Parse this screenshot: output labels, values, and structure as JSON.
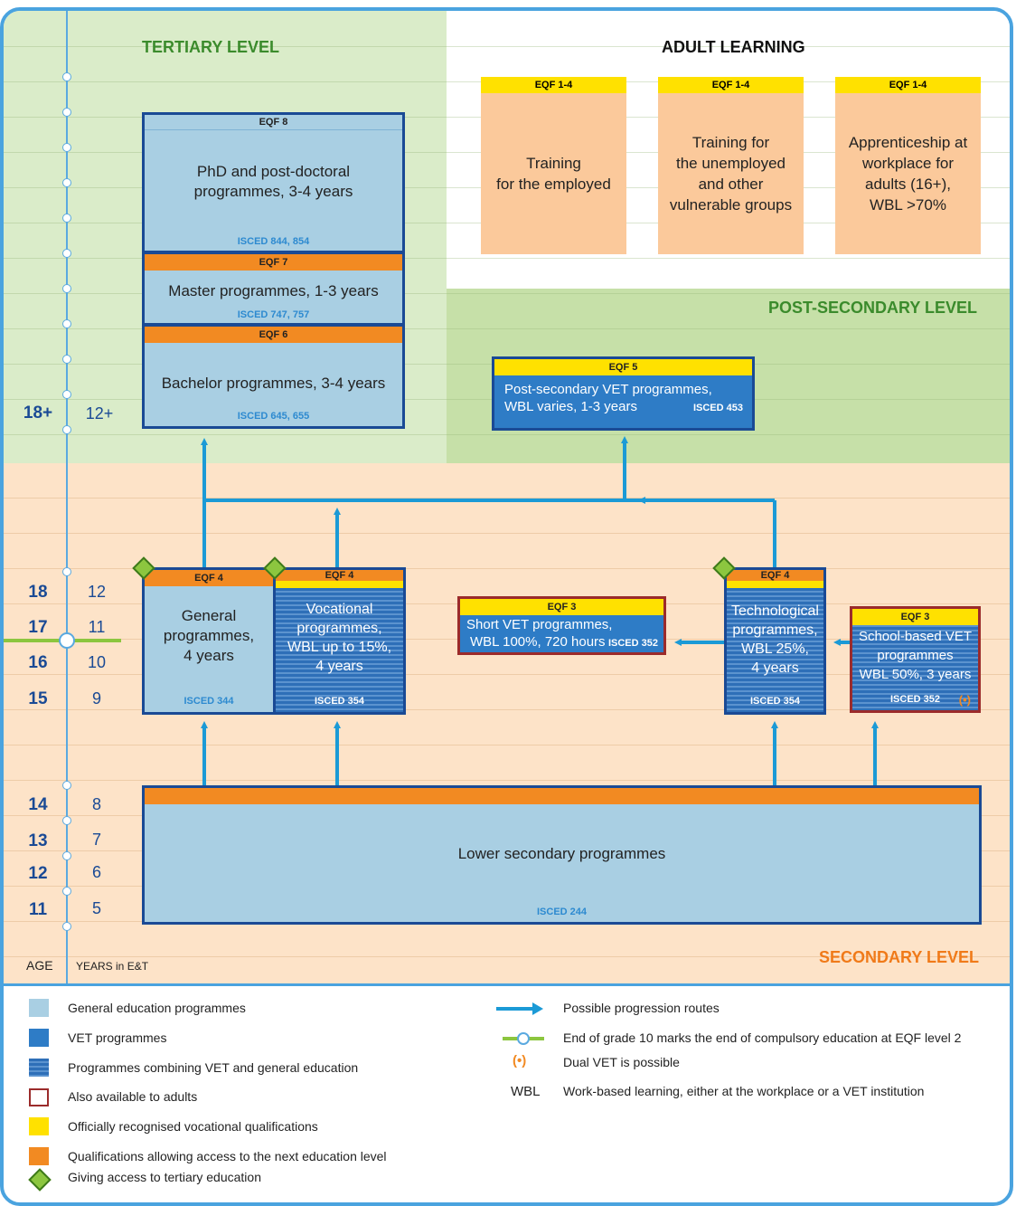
{
  "levels": {
    "tertiary": "TERTIARY LEVEL",
    "adult": "ADULT LEARNING",
    "post_secondary": "POST-SECONDARY LEVEL",
    "secondary": "SECONDARY LEVEL"
  },
  "adult_boxes": [
    {
      "eqf": "EQF 1-4",
      "text": "Training\nfor the employed"
    },
    {
      "eqf": "EQF 1-4",
      "text": "Training for\nthe unemployed\nand other\nvulnerable groups"
    },
    {
      "eqf": "EQF 1-4",
      "text": "Apprenticeship at\nworkplace for\nadults (16+),\nWBL >70%"
    }
  ],
  "phd": {
    "eqf": "EQF 8",
    "text": "PhD and post-doctoral\nprogrammes, 3-4 years",
    "isced": "ISCED 844, 854"
  },
  "master": {
    "eqf": "EQF 7",
    "text": "Master programmes, 1-3 years",
    "isced": "ISCED 747, 757"
  },
  "bachelor": {
    "eqf": "EQF 6",
    "text": "Bachelor programmes, 3-4 years",
    "isced": "ISCED 645, 655"
  },
  "postsec": {
    "eqf": "EQF 5",
    "text": "Post-secondary VET programmes,\nWBL varies, 1-3 years",
    "isced": "ISCED 453"
  },
  "general": {
    "eqf": "EQF 4",
    "text": "General\nprogrammes,\n4 years",
    "isced": "ISCED 344"
  },
  "vocational": {
    "eqf": "EQF 4",
    "text": "Vocational\nprogrammes,\nWBL up to 15%,\n4 years",
    "isced": "ISCED 354"
  },
  "short_vet": {
    "eqf": "EQF 3",
    "text1": "Short VET programmes,",
    "text2": "WBL 100%, 720 hours",
    "isced": "ISCED 352"
  },
  "technological": {
    "eqf": "EQF 4",
    "text": "Technological\nprogrammes,\nWBL 25%,\n4 years",
    "isced": "ISCED 354"
  },
  "school_vet": {
    "eqf": "EQF 3",
    "text": "School-based VET\nprogrammes\nWBL 50%, 3 years",
    "isced": "ISCED 352",
    "dual": "(•)"
  },
  "lower_sec": {
    "text": "Lower secondary programmes",
    "isced": "ISCED 244"
  },
  "axis": {
    "age_label": "AGE",
    "years_label": "YEARS in E&T",
    "rows": [
      {
        "age": "18+",
        "years": "12+"
      },
      {
        "age": "18",
        "years": "12"
      },
      {
        "age": "17",
        "years": "11"
      },
      {
        "age": "16",
        "years": "10"
      },
      {
        "age": "15",
        "years": "9"
      },
      {
        "age": "14",
        "years": "8"
      },
      {
        "age": "13",
        "years": "7"
      },
      {
        "age": "12",
        "years": "6"
      },
      {
        "age": "11",
        "years": "5"
      }
    ]
  },
  "legend": {
    "left": [
      "General education programmes",
      "VET programmes",
      "Programmes combining VET and general education",
      "Also available to adults",
      "Officially recognised vocational qualifications",
      "Qualifications allowing access to the next education level",
      "Giving access to tertiary education"
    ],
    "right": [
      {
        "symbol": "",
        "text": "Possible progression routes"
      },
      {
        "symbol": "",
        "text": "End of grade 10 marks the end of compulsory education at EQF level 2"
      },
      {
        "symbol": "(•)",
        "text": "Dual VET is possible"
      },
      {
        "symbol": "WBL",
        "text": "Work-based learning, either at the workplace or a VET institution"
      }
    ]
  },
  "colors": {
    "general": "#a9cfe3",
    "vet": "#2e7cc6",
    "orange": "#f28a22",
    "yellow": "#ffe100",
    "border_blue": "#1a4a95",
    "adult_border": "#9b2b2b",
    "arrow": "#1b9ad6",
    "green_line": "#8cc63f"
  }
}
